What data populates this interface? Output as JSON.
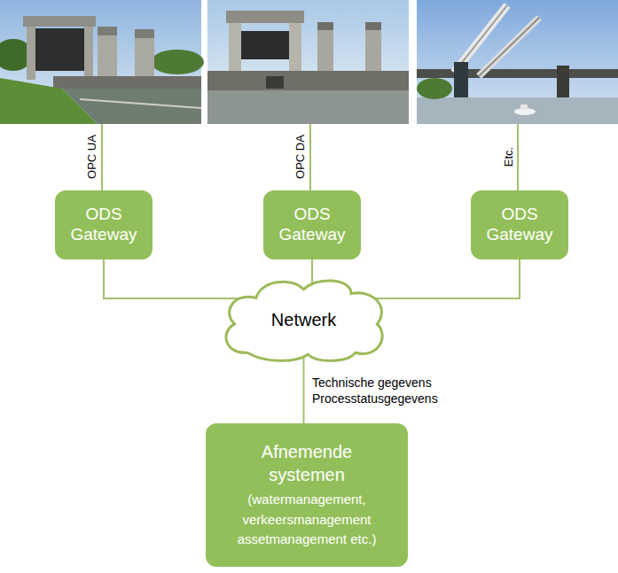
{
  "diagram": {
    "nodes": [
      {
        "text": [
          "ODS Gateway"
        ]
      },
      {
        "text": [
          "ODS Gateway"
        ]
      },
      {
        "text": [
          "ODS Gateway"
        ]
      },
      {
        "text": [
          "Netwerk"
        ]
      },
      {
        "text": [
          "Afnemende systemen",
          "(watermanagement, verkeersmanagement assetmanagement etc.)"
        ]
      }
    ],
    "edges": [
      {
        "from": 0,
        "to": 3,
        "arrow": "none"
      },
      {
        "from": 1,
        "to": 3,
        "arrow": "none"
      },
      {
        "from": 2,
        "to": 3,
        "arrow": "none"
      },
      {
        "from": 3,
        "to": 4,
        "label": "Technische gegevens Processtatusgegevens",
        "arrow": "none"
      }
    ],
    "labels": [
      "OPC UA",
      "OPC DA",
      "Etc."
    ]
  }
}
